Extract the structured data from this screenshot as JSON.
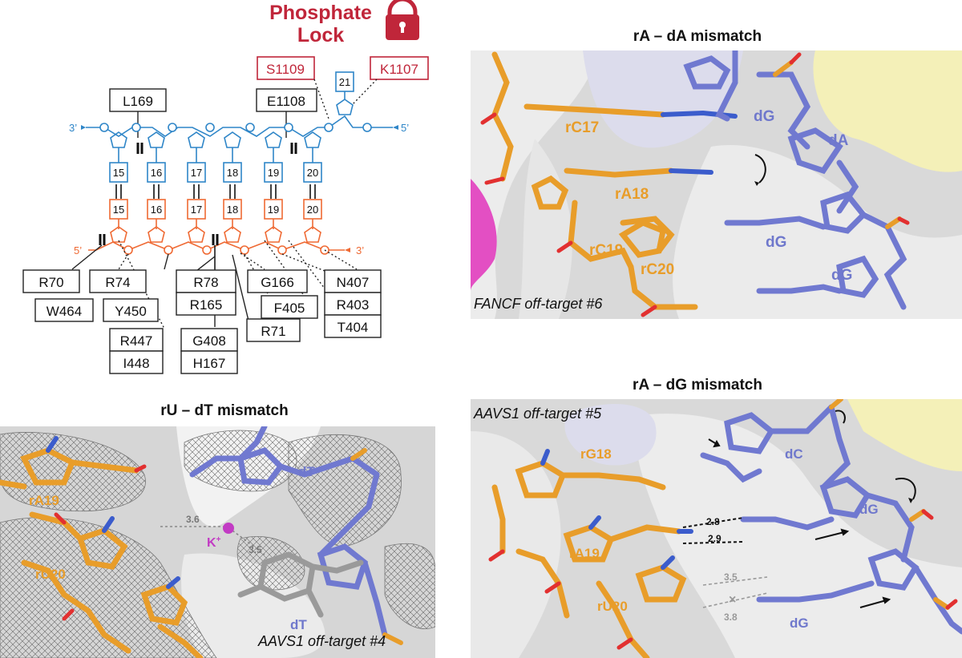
{
  "phosphate_lock": {
    "title_line1": "Phosphate",
    "title_line2": "Lock",
    "color": "#c0263a",
    "icon": "lock-icon"
  },
  "schematic": {
    "dna_color": "#2f86c8",
    "rna_color": "#ef6a34",
    "dna_end_left": "3’",
    "dna_end_right": "5’",
    "rna_end_left": "5’",
    "rna_end_right": "3’",
    "dna_positions": [
      "15",
      "16",
      "17",
      "18",
      "19",
      "20",
      "21"
    ],
    "rna_positions": [
      "15",
      "16",
      "17",
      "18",
      "19",
      "20"
    ],
    "lock_residues": [
      "S1109",
      "K1107"
    ],
    "top_residues": [
      "L169",
      "E1108"
    ],
    "bottom_residues": {
      "r70": "R70",
      "r74": "R74",
      "w464": "W464",
      "y450": "Y450",
      "r447": "R447",
      "i448": "I448",
      "r78": "R78",
      "r165": "R165",
      "g408": "G408",
      "h167": "H167",
      "g166": "G166",
      "r71": "R71",
      "f405": "F405",
      "n407": "N407",
      "r403": "R403",
      "t404": "T404"
    }
  },
  "panel_ra_da": {
    "title": "rA – dA mismatch",
    "caption": "FANCF off-target #6",
    "labels": {
      "rc17": "rC17",
      "ra18": "rA18",
      "rc19": "rC19",
      "rc20": "rC20",
      "dg1": "dG",
      "da": "dA",
      "dg2": "dG",
      "dg3": "dG"
    }
  },
  "panel_ru_dt": {
    "title": "rU – dT mismatch",
    "caption": "AAVS1 off-target #4",
    "labels": {
      "ra19": "rA19",
      "ru20": "rU20",
      "dt1": "dT",
      "dt2": "dT",
      "k": "K",
      "k_sup": "+",
      "dist1": "3.6",
      "dist2": "3.5"
    }
  },
  "panel_ra_dg": {
    "title": "rA – dG mismatch",
    "caption": "AAVS1 off-target #5",
    "labels": {
      "rg18": "rG18",
      "ra19": "rA19",
      "ru20": "rU20",
      "dc": "dC",
      "dg1": "dG",
      "dg2": "dG",
      "d28": "2.8",
      "d29": "2.9",
      "d35": "3.5",
      "d38": "3.8"
    }
  }
}
